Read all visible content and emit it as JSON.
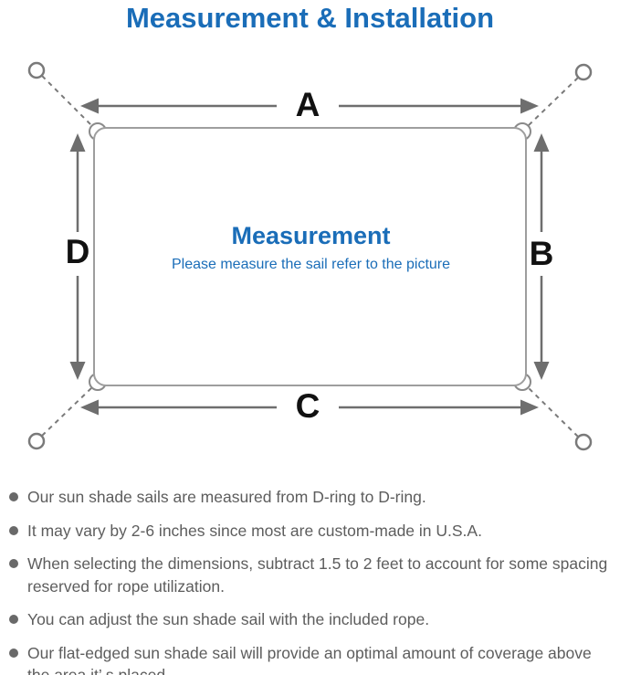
{
  "title": "Measurement & Installation",
  "diagram": {
    "label_top": "A",
    "label_right": "B",
    "label_bottom": "C",
    "label_left": "D",
    "center_title": "Measurement",
    "center_subtitle": "Please measure the sail refer to the picture"
  },
  "notes": [
    "Our sun shade sails are measured from D-ring to D-ring.",
    "It may vary by 2-6 inches since most are custom-made in U.S.A.",
    "When selecting the dimensions, subtract 1.5 to 2 feet to account for some spacing reserved for rope utilization.",
    "You can adjust the sun shade sail with the included rope.",
    "Our flat-edged sun shade sail will provide an optimal amount of coverage above the area it’ s placed."
  ],
  "colors": {
    "accent_blue": "#1a6db8",
    "arrow_gray": "#6e6e6e",
    "sail_border_gray": "#9e9e9e",
    "rope_gray": "#7a7a7a",
    "note_text_gray": "#5d5d5d",
    "label_black": "#111111"
  }
}
